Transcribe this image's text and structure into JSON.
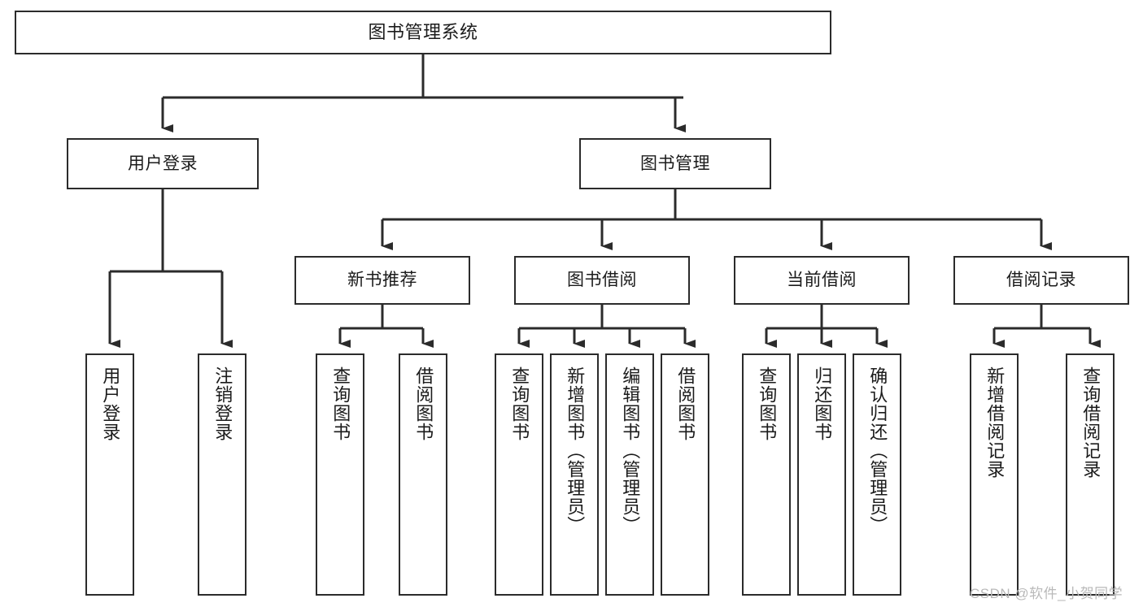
{
  "diagram": {
    "title": "图书管理系统",
    "type": "tree-hierarchy",
    "nodes": {
      "root": {
        "label": "图书管理系统"
      },
      "level1": [
        {
          "id": "user-login",
          "label": "用户登录"
        },
        {
          "id": "book-manage",
          "label": "图书管理"
        }
      ],
      "level2": [
        {
          "id": "new-book-recommend",
          "label": "新书推荐",
          "parent": "book-manage"
        },
        {
          "id": "book-borrow",
          "label": "图书借阅",
          "parent": "book-manage"
        },
        {
          "id": "current-borrow",
          "label": "当前借阅",
          "parent": "book-manage"
        },
        {
          "id": "borrow-record",
          "label": "借阅记录",
          "parent": "book-manage"
        }
      ],
      "leaves": [
        {
          "id": "leaf-user-login",
          "label": "用户登录",
          "parent": "user-login"
        },
        {
          "id": "leaf-logout-login",
          "label": "注销登录",
          "parent": "user-login"
        },
        {
          "id": "leaf-query-book-1",
          "label": "查询图书",
          "parent": "new-book-recommend"
        },
        {
          "id": "leaf-borrow-book-1",
          "label": "借阅图书",
          "parent": "new-book-recommend"
        },
        {
          "id": "leaf-query-book-2",
          "label": "查询图书",
          "parent": "book-borrow"
        },
        {
          "id": "leaf-add-book",
          "label": "新增图书（管理员）",
          "parent": "book-borrow"
        },
        {
          "id": "leaf-edit-book",
          "label": "编辑图书（管理员）",
          "parent": "book-borrow"
        },
        {
          "id": "leaf-borrow-book-2",
          "label": "借阅图书",
          "parent": "book-borrow"
        },
        {
          "id": "leaf-query-book-3",
          "label": "查询图书",
          "parent": "current-borrow"
        },
        {
          "id": "leaf-return-book",
          "label": "归还图书",
          "parent": "current-borrow"
        },
        {
          "id": "leaf-confirm-return",
          "label": "确认归还（管理员）",
          "parent": "current-borrow"
        },
        {
          "id": "leaf-add-record",
          "label": "新增借阅记录",
          "parent": "borrow-record"
        },
        {
          "id": "leaf-query-record",
          "label": "查询借阅记录",
          "parent": "borrow-record"
        }
      ]
    },
    "colors": {
      "node_border": "#2b2b2b",
      "node_fill": "#ffffff",
      "connector": "#2b2b2b",
      "text": "#1b1b1b",
      "watermark": "#b9b9b9",
      "background": "#ffffff"
    }
  },
  "watermark": {
    "text": "CSDN @软件_小贺同学"
  }
}
